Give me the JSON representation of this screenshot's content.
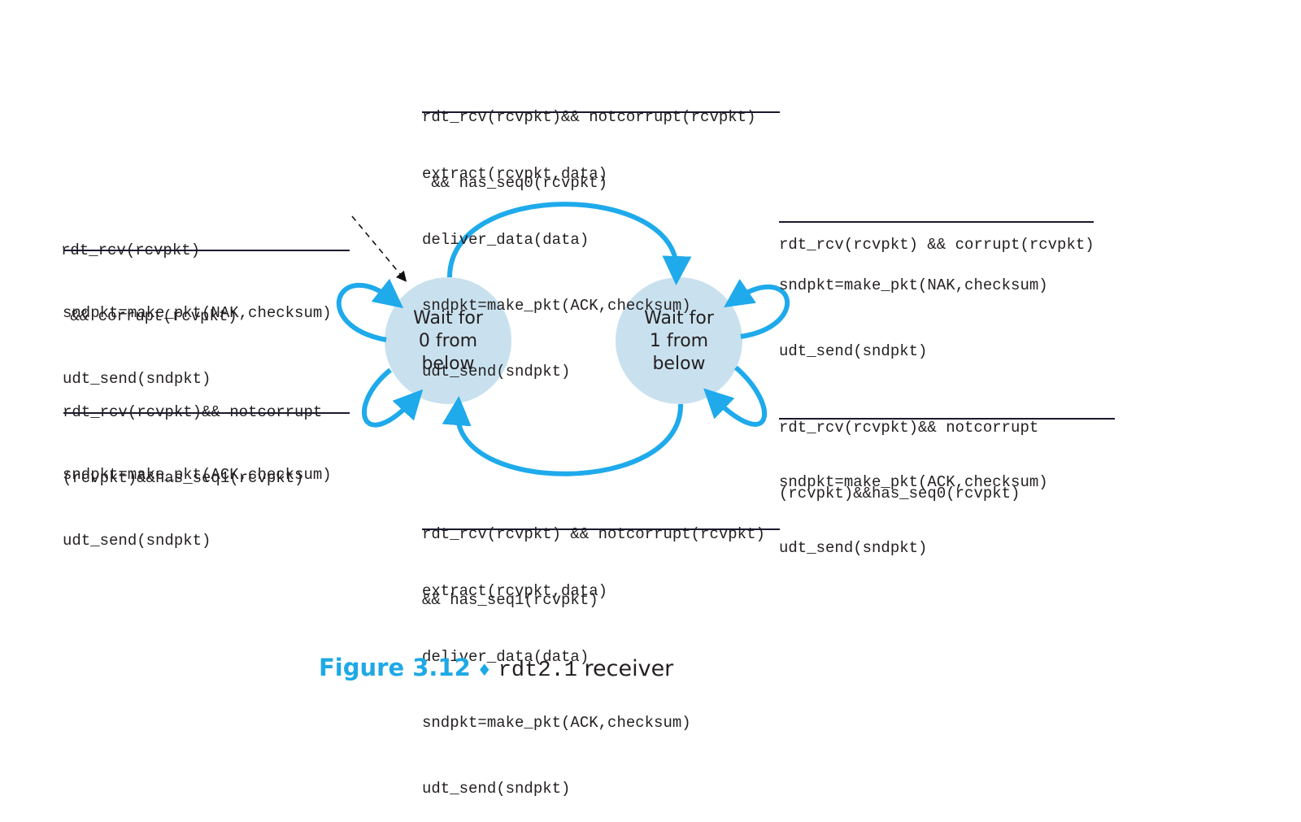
{
  "colors": {
    "arrow": "#1eaaeb",
    "state_fill": "#c9e1ee",
    "text": "#231f20",
    "caption_accent": "#1ea9e6"
  },
  "states": [
    {
      "id": "wait0",
      "lines": [
        "Wait for",
        "0 from",
        "below"
      ]
    },
    {
      "id": "wait1",
      "lines": [
        "Wait for",
        "1 from",
        "below"
      ]
    }
  ],
  "transitions": {
    "top": {
      "from": "wait0",
      "to": "wait1",
      "event": [
        "rdt_rcv(rcvpkt)&& notcorrupt(rcvpkt)",
        " && has_seq0(rcvpkt)"
      ],
      "actions": [
        "extract(rcvpkt,data)",
        "deliver_data(data)",
        "sndpkt=make_pkt(ACK,checksum)",
        "udt_send(sndpkt)"
      ]
    },
    "bottom": {
      "from": "wait1",
      "to": "wait0",
      "event": [
        "rdt_rcv(rcvpkt) && notcorrupt(rcvpkt)",
        "&& has_seq1(rcvpkt)"
      ],
      "actions": [
        "extract(rcvpkt,data)",
        "deliver_data(data)",
        "sndpkt=make_pkt(ACK,checksum)",
        "udt_send(sndpkt)"
      ]
    },
    "left_top": {
      "from": "wait0",
      "to": "wait0",
      "event": [
        "rdt_rcv(rcvpkt)",
        " && corrupt(rcvpkt)"
      ],
      "actions": [
        "sndpkt=make_pkt(NAK,checksum)",
        "udt_send(sndpkt)"
      ]
    },
    "left_bottom": {
      "from": "wait0",
      "to": "wait0",
      "event": [
        "rdt_rcv(rcvpkt)&& notcorrupt",
        "(rcvpkt)&&has_seq1(rcvpkt)"
      ],
      "actions": [
        "sndpkt=make_pkt(ACK,checksum)",
        "udt_send(sndpkt)"
      ]
    },
    "right_top": {
      "from": "wait1",
      "to": "wait1",
      "event": [
        "rdt_rcv(rcvpkt) && corrupt(rcvpkt)"
      ],
      "actions": [
        "sndpkt=make_pkt(NAK,checksum)",
        "udt_send(sndpkt)"
      ]
    },
    "right_bottom": {
      "from": "wait1",
      "to": "wait1",
      "event": [
        "rdt_rcv(rcvpkt)&& notcorrupt",
        "(rcvpkt)&&has_seq0(rcvpkt)"
      ],
      "actions": [
        "sndpkt=make_pkt(ACK,checksum)",
        "udt_send(sndpkt)"
      ]
    }
  },
  "initial_state": "wait0",
  "caption": {
    "figure": "Figure 3.12",
    "separator": "♦",
    "code": "rdt2.1",
    "text": " receiver"
  }
}
